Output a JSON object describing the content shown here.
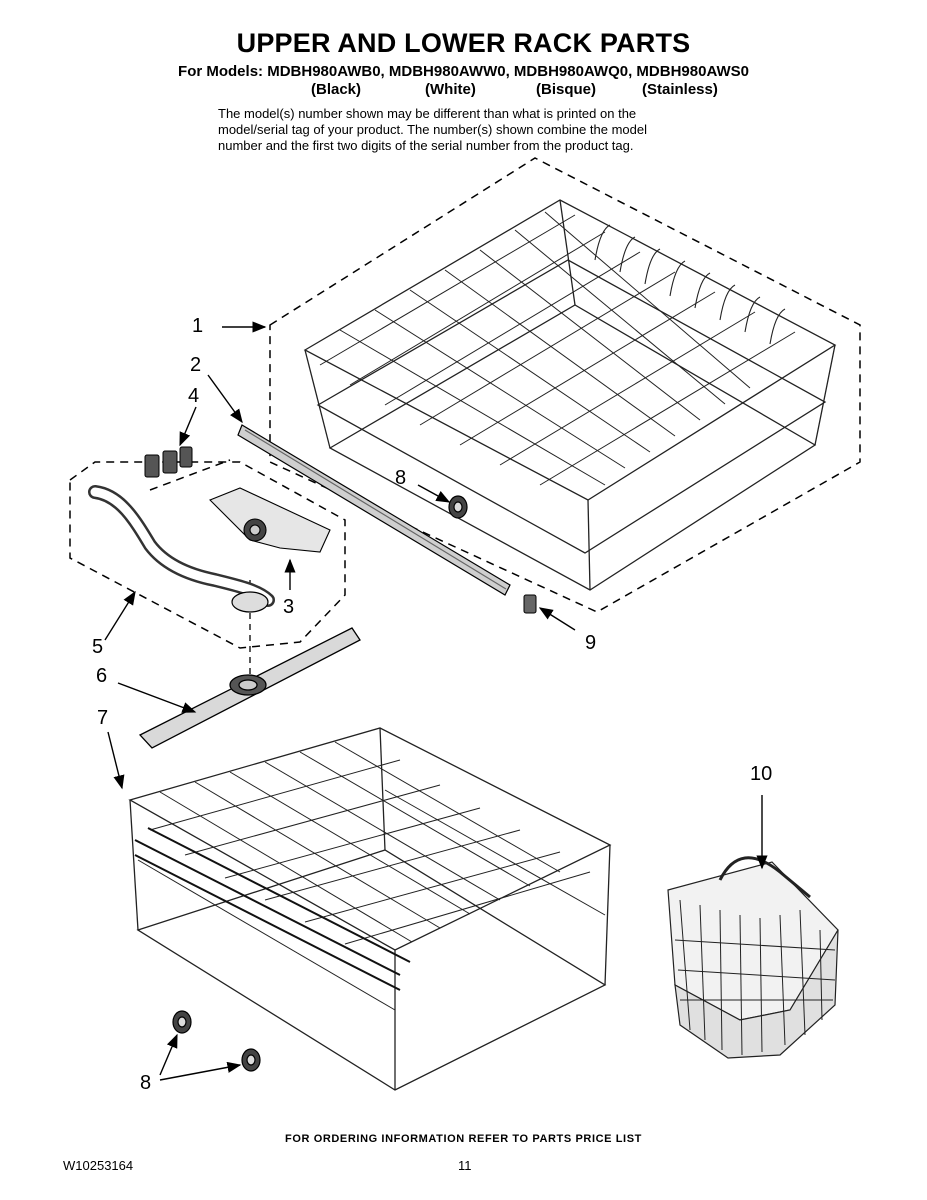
{
  "title": "UPPER AND LOWER RACK PARTS",
  "models_line": "For Models: MDBH980AWB0, MDBH980AWW0, MDBH980AWQ0, MDBH980AWS0",
  "variants": [
    "(Black)",
    "(White)",
    "(Bisque)",
    "(Stainless)"
  ],
  "note_lines": [
    "The model(s) number shown may be different than what is printed on the",
    "model/serial tag of your product. The number(s) shown combine the model",
    "number and the first two digits of the serial number from the product tag."
  ],
  "callouts": [
    "1",
    "2",
    "4",
    "8",
    "3",
    "9",
    "5",
    "6",
    "7",
    "10",
    "8"
  ],
  "footer": "FOR ORDERING INFORMATION REFER TO PARTS PRICE LIST",
  "doc_number": "W10253164",
  "page_number": "11"
}
